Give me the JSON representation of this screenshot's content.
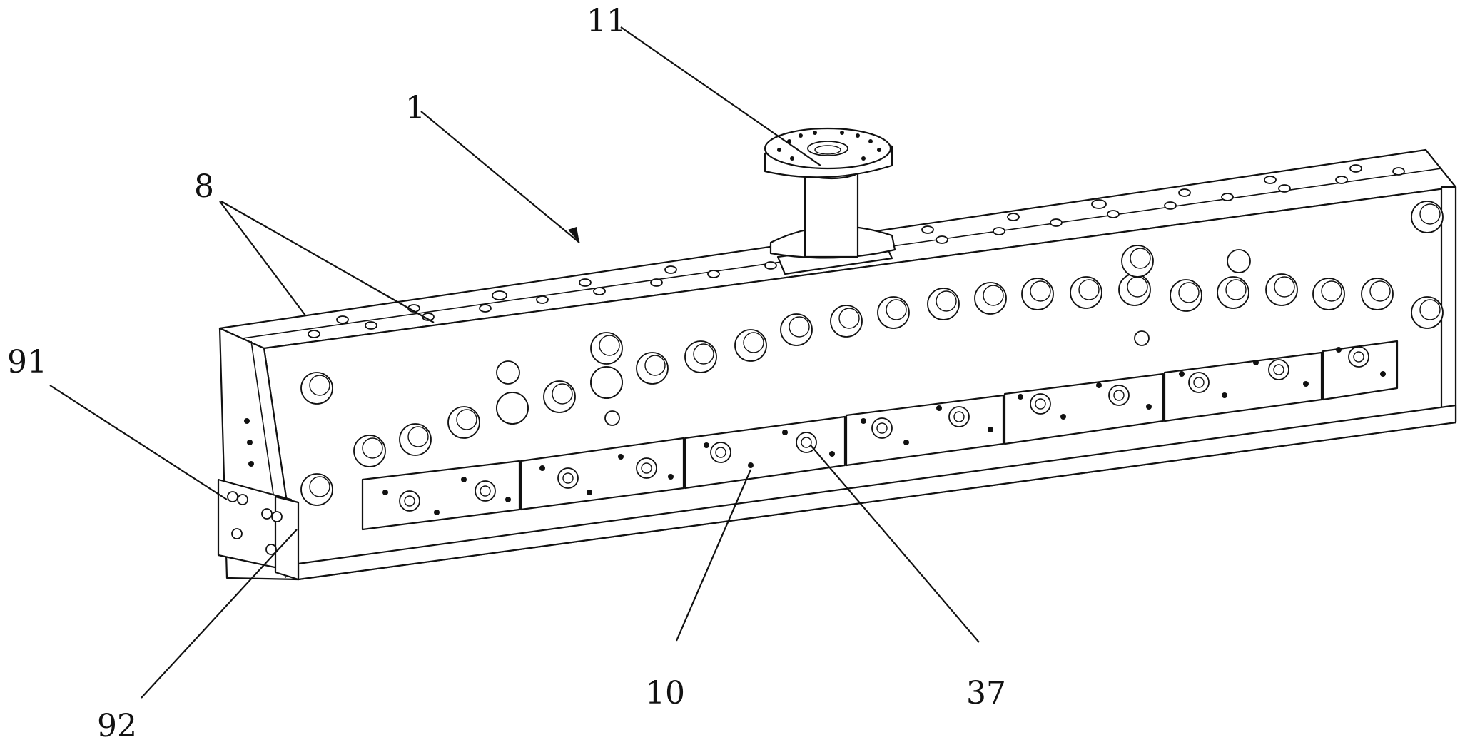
{
  "figure": {
    "labels": {
      "l1": "1",
      "l8": "8",
      "l10": "10",
      "l11": "11",
      "l37": "37",
      "l91": "91",
      "l92": "92"
    },
    "colors": {
      "line": "#111111",
      "background": "#ffffff"
    }
  }
}
